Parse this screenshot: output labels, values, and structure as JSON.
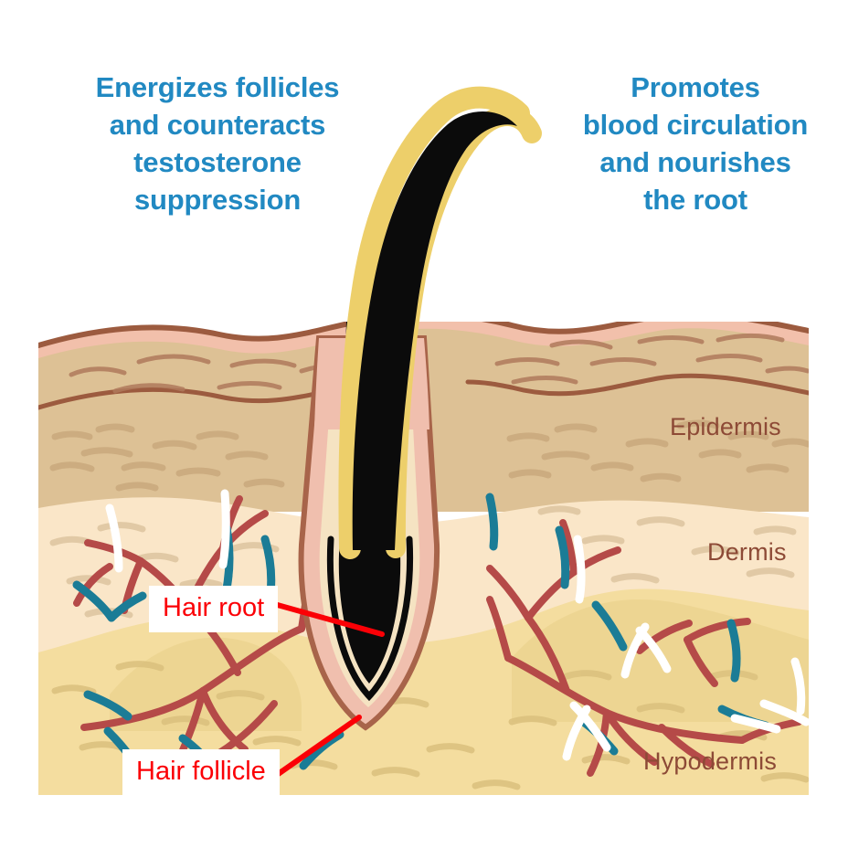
{
  "diagram": {
    "title": "Hair follicle cross-section of skin",
    "benefits": [
      {
        "id": "left",
        "text": "Energizes follicles\nand counteracts\ntestosterone\nsuppression",
        "color": "#2189c2"
      },
      {
        "id": "right",
        "text": "Promotes\nblood circulation\nand nourishes\nthe root",
        "color": "#2189c2"
      }
    ],
    "skin_layers": [
      {
        "name": "Epidermis",
        "label": "Epidermis",
        "color": "#ddc195",
        "label_color": "#8d4a36"
      },
      {
        "name": "Dermis",
        "label": "Dermis",
        "color": "#fae6c8",
        "label_color": "#8d4a36"
      },
      {
        "name": "Hypodermis",
        "label": "Hypodermis",
        "color": "#f4dd9f",
        "label_color": "#8d4a36"
      }
    ],
    "callouts": [
      {
        "name": "hair-root",
        "label": "Hair root",
        "color": "#fb0006",
        "box_color": "#ffffff"
      },
      {
        "name": "hair-follicle",
        "label": "Hair follicle",
        "color": "#fb0006",
        "box_color": "#ffffff"
      }
    ],
    "palette": {
      "stratum_corneum": "#f2c0ab",
      "outline_brown": "#9c5b3f",
      "epidermis": "#ddc195",
      "dermis": "#fae6c8",
      "hypodermis": "#f4dd9f",
      "hypodermis_shade": "#ecd18c",
      "hair_shaft_black": "#0b0b0b",
      "hair_cuticle_yellow": "#edcf6a",
      "follicle_pink": "#f0bfae",
      "follicle_inner": "#f5e3c2",
      "artery_red": "#b54a48",
      "vein_teal": "#1b7c96",
      "nerve_white": "#ffffff",
      "texture_tan": "#c8a87c",
      "background": "#ffffff"
    },
    "structures": [
      {
        "name": "hair-shaft",
        "description": "Black hair shaft with golden cuticle emerging from skin"
      },
      {
        "name": "hair-root",
        "description": "Black hair root inside the follicle bulb"
      },
      {
        "name": "hair-follicle",
        "description": "Pink and cream sheath surrounding the hair root"
      },
      {
        "name": "blood-vessels",
        "description": "Branching red arteries with teal veins and white nerves"
      }
    ]
  }
}
